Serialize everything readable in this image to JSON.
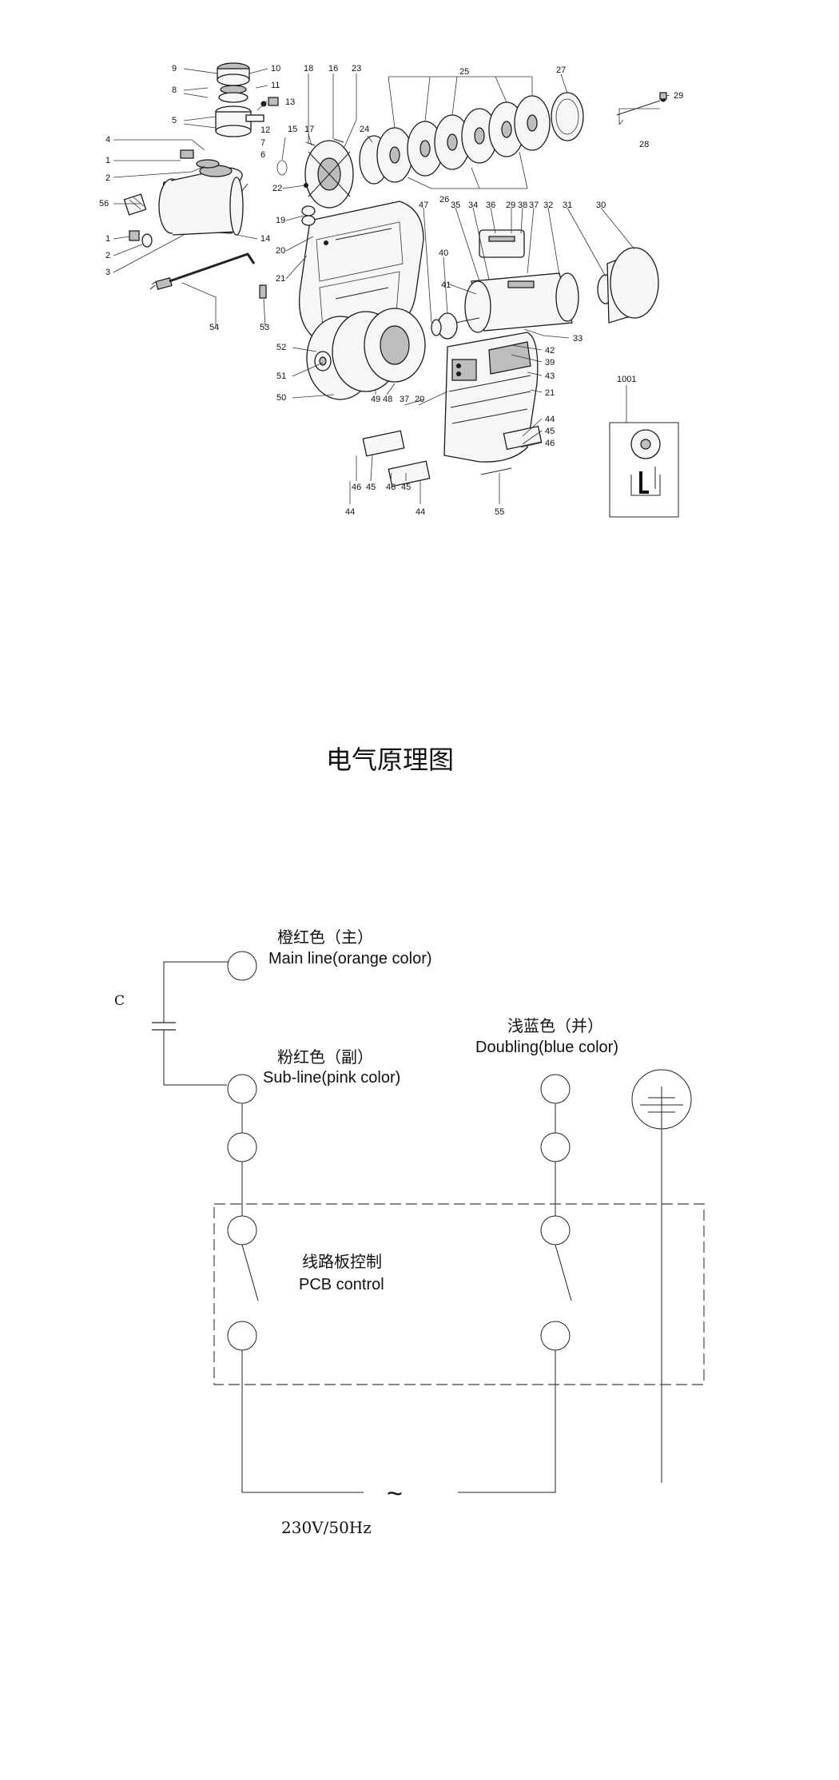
{
  "exploded_view": {
    "part_numbers": [
      {
        "n": "9"
      },
      {
        "n": "10"
      },
      {
        "n": "8"
      },
      {
        "n": "11"
      },
      {
        "n": "13"
      },
      {
        "n": "5"
      },
      {
        "n": "12"
      },
      {
        "n": "4"
      },
      {
        "n": "7"
      },
      {
        "n": "1"
      },
      {
        "n": "6"
      },
      {
        "n": "2"
      },
      {
        "n": "56"
      },
      {
        "n": "1"
      },
      {
        "n": "2"
      },
      {
        "n": "3"
      },
      {
        "n": "14"
      },
      {
        "n": "54"
      },
      {
        "n": "53"
      },
      {
        "n": "18"
      },
      {
        "n": "16"
      },
      {
        "n": "23"
      },
      {
        "n": "17"
      },
      {
        "n": "15"
      },
      {
        "n": "24"
      },
      {
        "n": "22"
      },
      {
        "n": "19"
      },
      {
        "n": "20"
      },
      {
        "n": "21"
      },
      {
        "n": "25"
      },
      {
        "n": "26"
      },
      {
        "n": "27"
      },
      {
        "n": "29"
      },
      {
        "n": "28"
      },
      {
        "n": "47"
      },
      {
        "n": "35"
      },
      {
        "n": "34"
      },
      {
        "n": "36"
      },
      {
        "n": "29"
      },
      {
        "n": "38"
      },
      {
        "n": "37"
      },
      {
        "n": "32"
      },
      {
        "n": "31"
      },
      {
        "n": "30"
      },
      {
        "n": "40"
      },
      {
        "n": "41"
      },
      {
        "n": "33"
      },
      {
        "n": "42"
      },
      {
        "n": "39"
      },
      {
        "n": "43"
      },
      {
        "n": "21"
      },
      {
        "n": "52"
      },
      {
        "n": "51"
      },
      {
        "n": "50"
      },
      {
        "n": "49"
      },
      {
        "n": "48"
      },
      {
        "n": "37"
      },
      {
        "n": "20"
      },
      {
        "n": "44"
      },
      {
        "n": "45"
      },
      {
        "n": "46"
      },
      {
        "n": "1001"
      },
      {
        "n": "46"
      },
      {
        "n": "45"
      },
      {
        "n": "46"
      },
      {
        "n": "45"
      },
      {
        "n": "44"
      },
      {
        "n": "44"
      },
      {
        "n": "55"
      }
    ]
  },
  "schematic": {
    "title": "电气原理图",
    "capacitor_label": "C",
    "main_line": {
      "cn": "橙红色（主）",
      "en": "Main line(orange color)"
    },
    "sub_line": {
      "cn": "粉红色（副）",
      "en": "Sub-line(pink color)"
    },
    "doubling": {
      "cn": "浅蓝色（并）",
      "en": "Doubling(blue color)"
    },
    "pcb": {
      "cn": "线路板控制",
      "en": "PCB control"
    },
    "supply": "230V/50Hz",
    "ac_symbol": "~"
  }
}
